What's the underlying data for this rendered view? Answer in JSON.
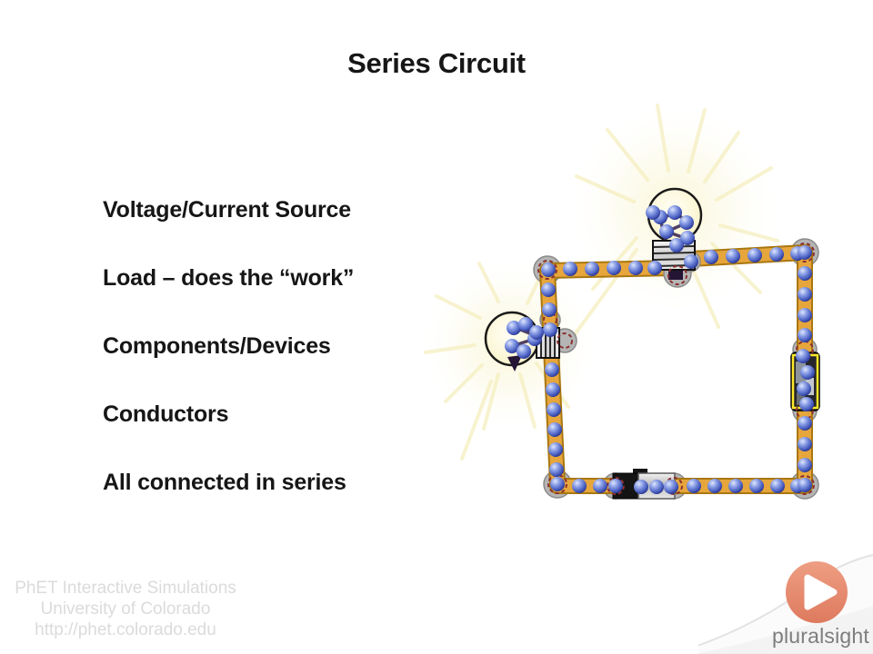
{
  "title": "Series Circuit",
  "bullets": [
    "Voltage/Current Source",
    "Load – does the “work”",
    "Components/Devices",
    "Conductors",
    "All connected in series"
  ],
  "attribution": {
    "lines": [
      "PhET Interactive Simulations",
      "University of Colorado",
      "http://phet.colorado.edu"
    ]
  },
  "logo": {
    "text": "pluralsight",
    "play_icon": "play-triangle"
  },
  "diagram": {
    "icons": [
      "light-bulb-icon",
      "light-bulb-icon",
      "battery-icon",
      "resistor-icon"
    ]
  },
  "colors": {
    "background": "#ffffff",
    "text": "#161616",
    "attribution_text": "#dbdbdb",
    "logo_text": "#7d7d7d",
    "play_button": "#e5886c",
    "wire": "#e6a63c",
    "wire_edge": "#a9770f",
    "electron_blue": "#5b72cc",
    "glow_yellow": "#f5efc0",
    "junction_gray": "#b5b5b5",
    "junction_dash_red": "#8b2f2f",
    "component_highlight": "#ffe92a",
    "battery_black": "#141414",
    "battery_silver": "#d9d9d9",
    "bulb_outline": "#1a1a1a"
  }
}
